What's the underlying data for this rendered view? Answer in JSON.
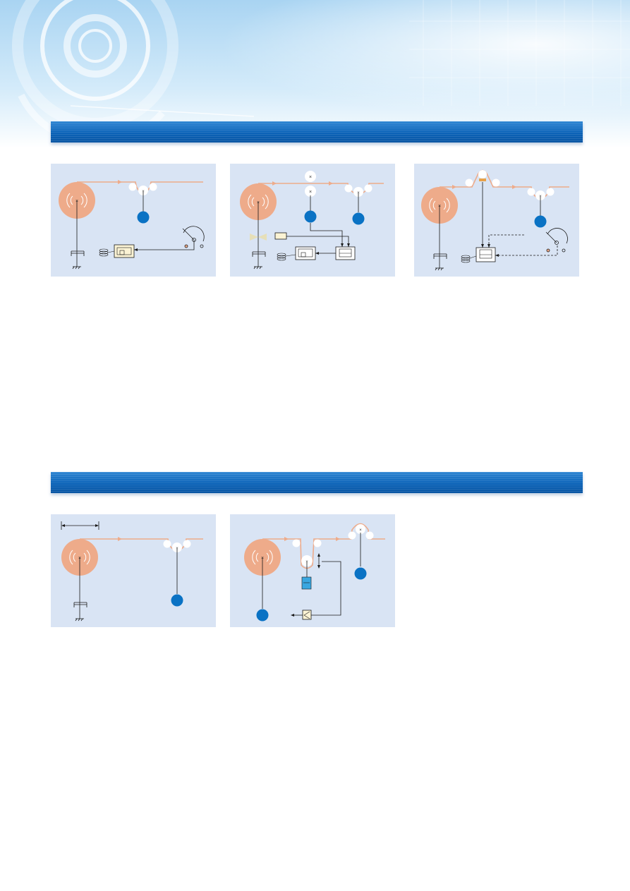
{
  "colors": {
    "background": "#ffffff",
    "header_sky": "#bfe0f5",
    "section_bar": "#0b63b8",
    "panel_bg": "#d9e4f4",
    "roll": "#eeab8a",
    "web": "#eeab8a",
    "motor": "#0a72c4",
    "line": "#1a1a1a"
  },
  "sections": [
    {
      "id": "section-1",
      "panels": [
        {
          "id": "panel-1",
          "components": [
            "unwind-roll-icon",
            "brake-icon",
            "dancer-roller-icon",
            "motor-icon",
            "controller-icon",
            "coil-spring-icon",
            "dial-gauge-icon"
          ]
        },
        {
          "id": "panel-2",
          "components": [
            "unwind-roll-icon",
            "brake-icon",
            "valve-icon",
            "measuring-roller-icon",
            "motor-icon",
            "sensor-icon",
            "controller-icon",
            "coil-spring-icon"
          ]
        },
        {
          "id": "panel-3",
          "components": [
            "unwind-roll-icon",
            "brake-icon",
            "tension-roller-icon",
            "load-cell-icon",
            "motor-icon",
            "controller-icon",
            "dial-gauge-icon"
          ]
        }
      ]
    },
    {
      "id": "section-2",
      "panels": [
        {
          "id": "panel-4",
          "components": [
            "dimension-arrow-icon",
            "unwind-roll-icon",
            "brake-icon",
            "dancer-roller-icon",
            "motor-icon"
          ]
        },
        {
          "id": "panel-5",
          "components": [
            "unwind-roll-icon",
            "dancer-roller-icon",
            "cylinder-icon",
            "amplifier-icon",
            "motor-icon"
          ]
        }
      ]
    }
  ]
}
